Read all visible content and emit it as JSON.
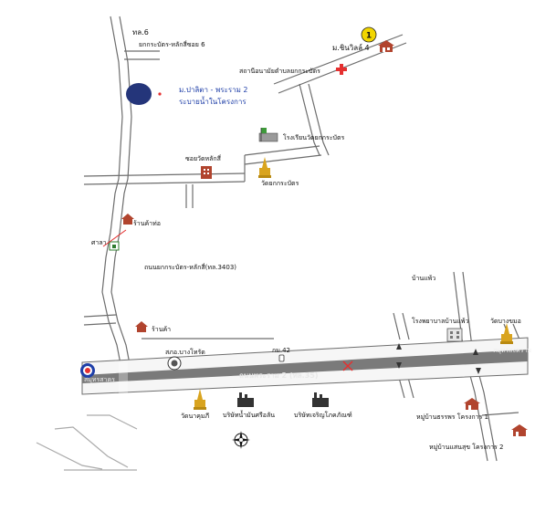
{
  "map": {
    "road_labels": {
      "kor_mor_6": "ทล.6",
      "soi_6": "ยกกระบัตร-หลักสี่ซอย 6",
      "road_3403": "ถนนยกกระบัตร-หลักสี่(ทล.3403)",
      "highway": "ถนนพระราม 2 (ทล.35)",
      "kor_mor_42": "กม.42",
      "west_end": "สมุทรสาคร",
      "east_end": "สมุทรสงคราม"
    },
    "places": {
      "village_4": "ม.ชินวิลล์ 4",
      "health_station": "สถานีอนามัยตำบลยกกระบัตร",
      "pond_line1": "ม.ปาลิตา - พระราม 2",
      "pond_line2": "ระบายน้ำในโครงการ",
      "school": "โรงเรียนวัดยกกระบัตร",
      "shop_alley": "ซอยวัดหลักสี่",
      "temple_yokkrabat": "วัดยกกระบัตร",
      "shop_1": "ร้านค้าท่อ",
      "sala": "ศาลา",
      "shop_2": "ร้านค้า",
      "police_station": "สภอ.บางโทรัด",
      "temple_kumphee": "วัดนาคุมภี",
      "factory_1": "บริษัทน้ำมันศรีอลัน",
      "factory_2": "บริษัทเจริญโภคภัณฑ์",
      "ban_phaeng": "บ้านแพ้ว",
      "hospital": "โรงพยาบาลบ้านแพ้ว",
      "temple_bang": "วัดบางขมอ",
      "village_a": "หมู่บ้านธรรพร โครงการ 1",
      "village_b": "หมู่บ้านแสนสุข โครงการ 2"
    },
    "marker_number": "1",
    "colors": {
      "highway": "#6e6e6e",
      "road": "#6d6d6d",
      "pond": "#24357a",
      "marker": "#f2d600",
      "cross": "#e53030",
      "house": "#b1442e",
      "temple": "#d9a41f"
    },
    "icons": [
      "home-icon",
      "first-aid-cross-icon",
      "temple-icon",
      "school-icon",
      "factory-icon",
      "gas-station-icon",
      "police-icon",
      "compass-icon",
      "km-post-icon"
    ]
  }
}
